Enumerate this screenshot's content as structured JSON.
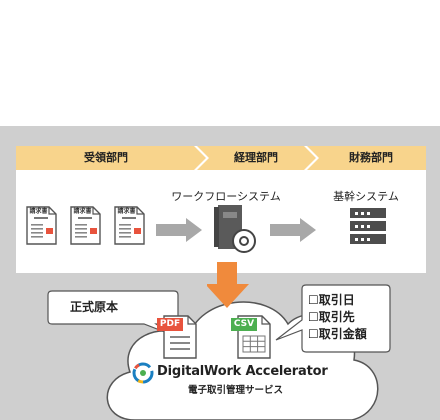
{
  "departments": [
    "受領部門",
    "経理部門",
    "財務部門"
  ],
  "invoice_label": "請求書",
  "workflow_label": "ワークフローシステム",
  "core_label": "基幹システム",
  "original_label": "正式原本",
  "pdf_label": "PDF",
  "csv_label": "CSV",
  "check_items": [
    "☐取引日",
    "☐取引先",
    "☐取引金額"
  ],
  "product_name": "DigitalWork Accelerator",
  "product_subtitle": "電子取引管理サービス",
  "colors": {
    "header_orange": "#f8d48c",
    "arrow_orange": "#f08a3c",
    "pdf_red": "#e8533d",
    "csv_green": "#4caf50",
    "gray": "#a8a8a8"
  }
}
